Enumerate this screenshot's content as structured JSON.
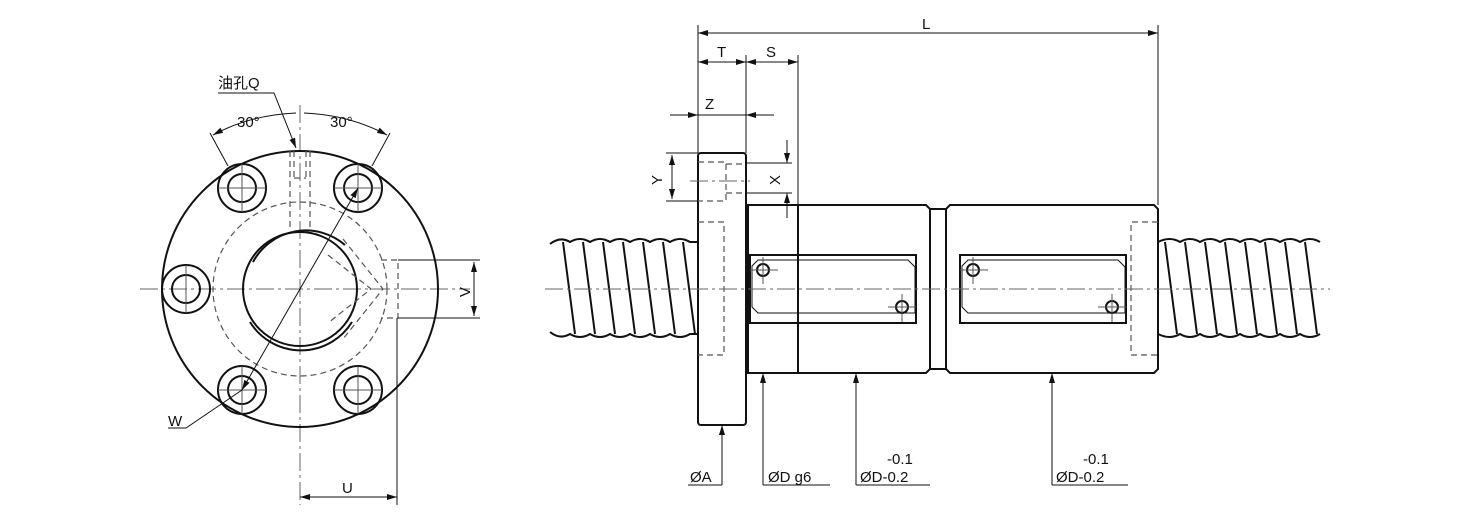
{
  "labels": {
    "oil_hole": "油孔Q",
    "angle_left": "30°",
    "angle_right": "30°",
    "V": "V",
    "W": "W",
    "U": "U",
    "L": "L",
    "T": "T",
    "S": "S",
    "Z": "Z",
    "Y": "Y",
    "X": "X",
    "dia_A": "ØA",
    "dia_D_g6": "ØD g6",
    "tol_upper_1": "-0.1",
    "dia_D_tol_1": "ØD-0.2",
    "tol_upper_2": "-0.1",
    "dia_D_tol_2": "ØD-0.2"
  }
}
